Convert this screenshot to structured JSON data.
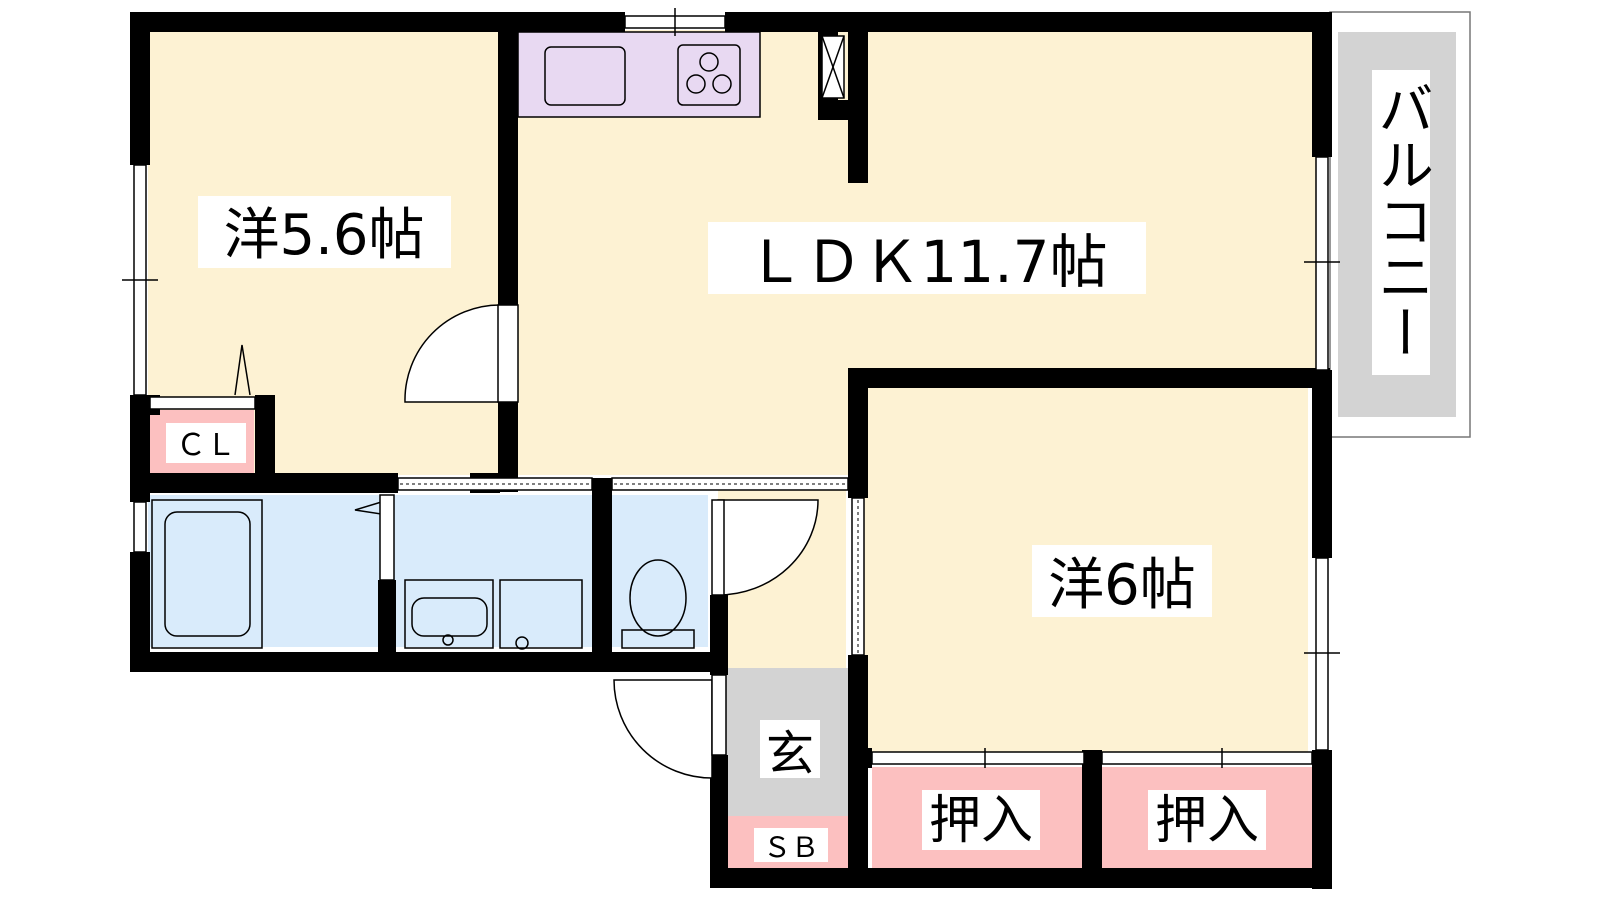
{
  "rooms": {
    "western_room_a": "洋5.6帖",
    "ldk": "ＬＤＫ11.7帖",
    "western_room_b": "洋6帖",
    "closet": "ＣＬ",
    "entrance": "玄",
    "shoe_box": "ＳＢ",
    "oshiire_left": "押入",
    "oshiire_right": "押入",
    "balcony": "バルコニー"
  },
  "colors": {
    "room_floor": "#fdf2d3",
    "wet_area": "#d9ebfb",
    "kitchen": "#e8d9f2",
    "storage": "#fcc0c0",
    "entrance": "#d3d3d3",
    "balcony": "#d3d3d3",
    "wall": "#000000"
  }
}
